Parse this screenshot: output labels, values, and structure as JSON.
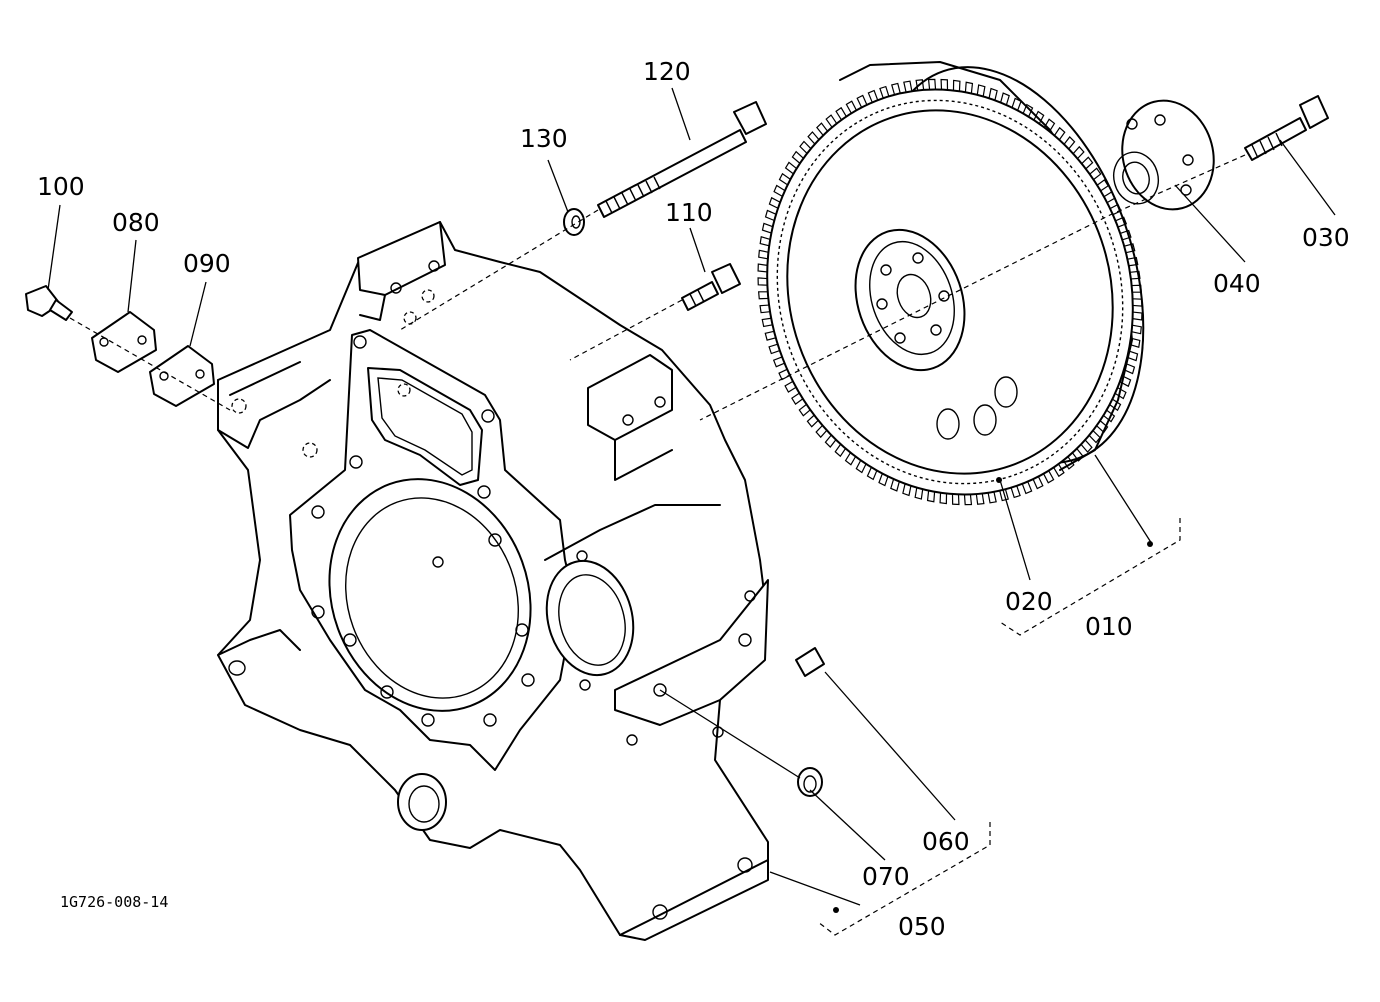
{
  "drawing": {
    "reference_code": "1G726-008-14",
    "labels": {
      "p010": "010",
      "p020": "020",
      "p030": "030",
      "p040": "040",
      "p050": "050",
      "p060": "060",
      "p070": "070",
      "p080": "080",
      "p090": "090",
      "p100": "100",
      "p110": "110",
      "p120": "120",
      "p130": "130"
    }
  }
}
